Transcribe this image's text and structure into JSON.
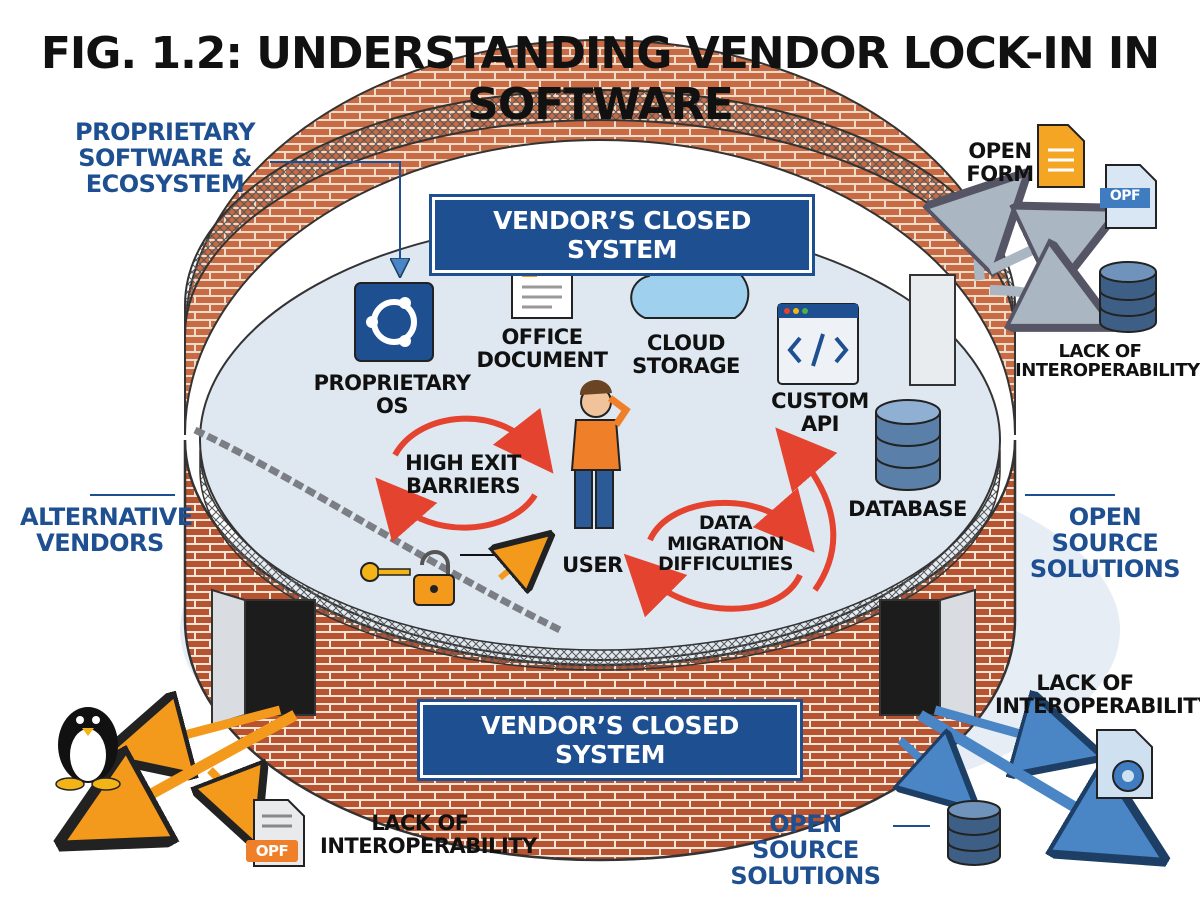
{
  "title": "FIG. 1.2: UNDERSTANDING VENDOR LOCK-IN IN SOFTWARE",
  "banners": {
    "top": "VENDOR’S CLOSED SYSTEM",
    "bottom": "VENDOR’S CLOSED SYSTEM"
  },
  "inner_labels": {
    "proprietary_os": "PROPRIETARY\nOS",
    "office_document": "OFFICE\nDOCUMENT",
    "cloud_storage": "CLOUD\nSTORAGE",
    "custom_api": "CUSTOM\nAPI",
    "database": "DATABASE",
    "user": "USER",
    "high_exit_barriers": "HIGH EXIT\nBARRIERS",
    "data_migration": "DATA\nMIGRATION\nDIFFICULTIES"
  },
  "outer_labels": {
    "proprietary_ecosystem": "PROPRIETARY\nSOFTWARE &\nECOSYSTEM",
    "alternative_vendors": "ALTERNATIVE\nVENDORS",
    "open_source_right": "OPEN SOURCE\nSOLUTIONS",
    "open_source_bottom": "OPEN SOURCE\nSOLUTIONS",
    "open_form": "OPEN\nFORM",
    "lack_interop_top_right": "LACK OF\nINTEROPERABILITY",
    "lack_interop_mid_right": "LACK OF\nINTEROPERABILITY",
    "lack_interop_bottom": "LACK OF\nINTEROPERABILITY"
  },
  "file_badges": {
    "opf_top": "OPF",
    "opf_bottom": "OPF"
  },
  "colors": {
    "brick": "#b9522e",
    "mortar": "#f2e6d8",
    "floor": "#dfe8f1",
    "navy": "#1d4f91",
    "orange": "#f39a1c",
    "red": "#e4432f",
    "arrow_blue": "#4a86c5",
    "arrow_gray": "#aab6c2"
  }
}
